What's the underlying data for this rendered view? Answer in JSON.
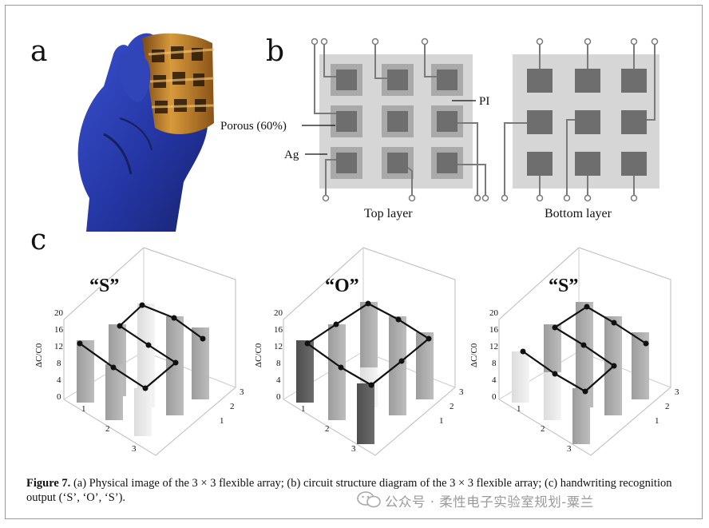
{
  "panel_labels": {
    "a": "a",
    "b": "b",
    "c": "c"
  },
  "panel_b": {
    "porous_label": "Porous (60%)",
    "ag_label": "Ag",
    "pi_label": "PI",
    "top_caption": "Top layer",
    "bottom_caption": "Bottom layer"
  },
  "panel_c": {
    "z_axis_label": "ΔC/C0",
    "z_ticks": [
      "0",
      "4",
      "8",
      "12",
      "16",
      "20"
    ],
    "x_ticks": [
      "1",
      "2",
      "3"
    ],
    "y_ticks": [
      "1",
      "2",
      "3"
    ],
    "letters": [
      "“S”",
      "“O”",
      "“S”"
    ]
  },
  "caption": {
    "label": "Figure 7.",
    "text": " (a) Physical image of the 3 × 3 flexible array; (b) circuit structure diagram of the 3 × 3 flexible array; (c) handwriting recognition output (‘S’, ‘O’, ‘S’)."
  },
  "watermark": "公众号 · 柔性电子实验室规划-粟兰",
  "colors": {
    "glove": "#2a3fb0",
    "sensor": "#c9892e",
    "pad_dark": "#6e6e6e",
    "pad_light": "#aaaaaa",
    "substrate": "#d6d6d6"
  }
}
